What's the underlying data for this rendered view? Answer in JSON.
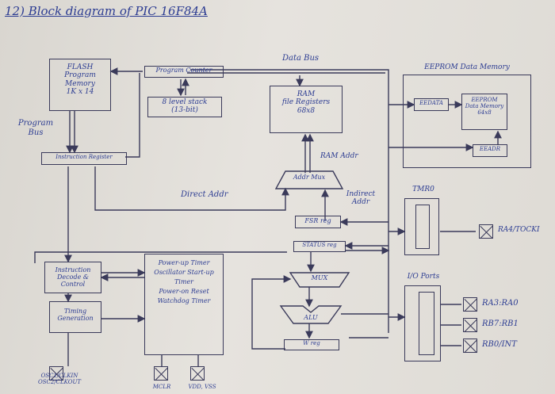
{
  "title": "12) Block diagram of PIC 16F84A",
  "blocks": {
    "flash": "FLASH\nProgram\nMemory\n1K x 14",
    "program_counter": "Program Counter",
    "stack": "8 level stack\n(13-bit)",
    "ram": "RAM\nfile Registers\n68x8",
    "eeprom_title": "EEPROM Data Memory",
    "eedata": "EEDATA",
    "eeprom_mem": "EEPROM\nData Memory\n64x8",
    "eeadr": "EEADR",
    "instruction_reg": "Instruction Register",
    "addr_mux": "Addr Mux",
    "fsr_reg": "FSR reg",
    "status_reg": "STATUS reg",
    "mux": "MUX",
    "alu": "ALU",
    "w_reg": "W reg",
    "instr_decode": "Instruction Decode & Control",
    "timing_gen": "Timing Generation",
    "power_block": "Power-up Timer\nOscillator Start-up Timer\nPower-on Reset\nWatchdog Timer",
    "tmr0": "TMR0",
    "io_ports": "I/O Ports"
  },
  "labels": {
    "data_bus": "Data Bus",
    "program_bus": "Program Bus",
    "ram_addr": "RAM Addr",
    "direct_addr": "Direct Addr",
    "indirect_addr": "Indirect Addr"
  },
  "pins": {
    "ra4": "RA4/TOCKI",
    "ra3": "RA3:RA0",
    "rb7": "RB7:RB1",
    "rb0": "RB0/INT",
    "osc": "OSC1/CLKIN\nOSC2/CLKOUT",
    "mclr": "MCLR",
    "vdd": "VDD, VSS"
  }
}
